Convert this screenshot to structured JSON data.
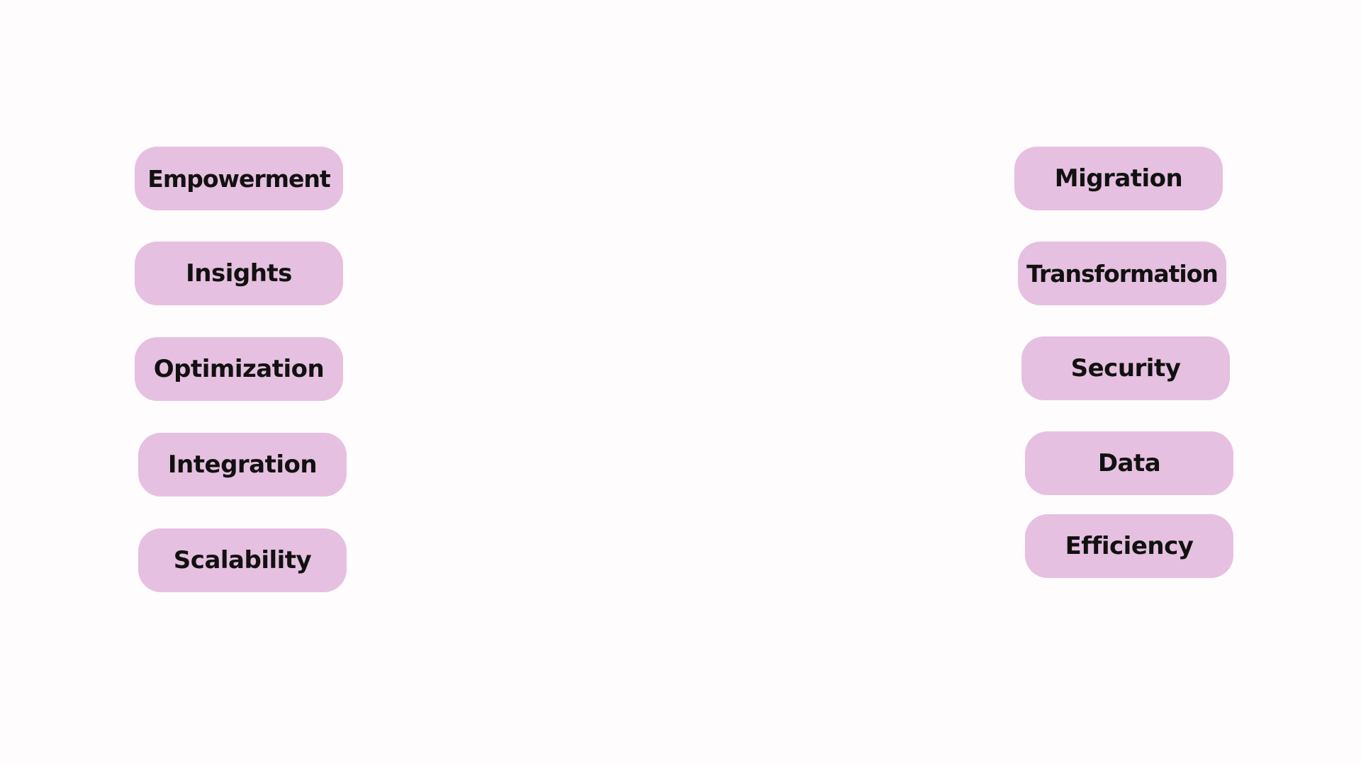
{
  "colors": {
    "background": "#fefcfd",
    "pill_fill": "#e6c0e0",
    "pill_text": "#111111"
  },
  "left_column": [
    "Empowerment",
    "Insights",
    "Optimization",
    "Integration",
    "Scalability"
  ],
  "right_column": [
    "Migration",
    "Transformation",
    "Security",
    "Data",
    "Efficiency"
  ]
}
